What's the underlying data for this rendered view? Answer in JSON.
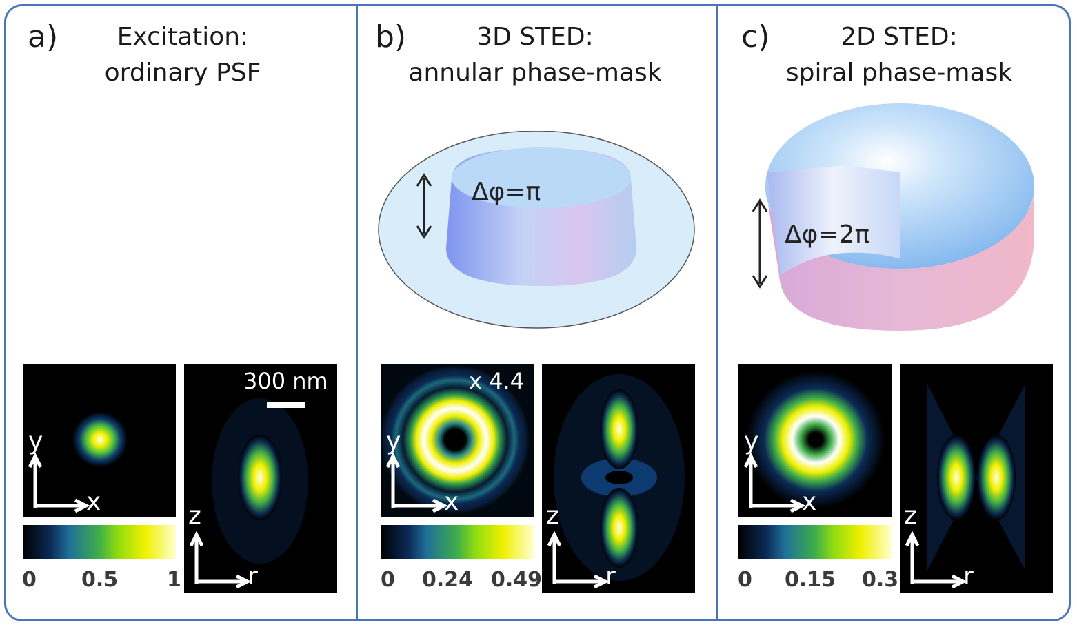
{
  "panels": [
    {
      "letter": "a)",
      "title_line1": "Excitation:",
      "title_line2": "ordinary PSF",
      "colorbar_ticks": [
        "0",
        "0.5",
        "1"
      ],
      "scale_label": "300 nm",
      "xy_axes": {
        "v": "y",
        "h": "x"
      },
      "zr_axes": {
        "v": "z",
        "h": "r"
      }
    },
    {
      "letter": "b)",
      "title_line1": "3D STED:",
      "title_line2": "annular phase-mask",
      "phase_label": "Δφ=π",
      "gain_label": "x 4.4",
      "colorbar_ticks": [
        "0",
        "0.24",
        "0.49"
      ],
      "xy_axes": {
        "v": "y",
        "h": "x"
      },
      "zr_axes": {
        "v": "z",
        "h": "r"
      }
    },
    {
      "letter": "c)",
      "title_line1": "2D STED:",
      "title_line2": "spiral phase-mask",
      "phase_label": "Δφ=2π",
      "colorbar_ticks": [
        "0",
        "0.15",
        "0.3"
      ],
      "xy_axes": {
        "v": "y",
        "h": "x"
      },
      "zr_axes": {
        "v": "z",
        "h": "r"
      }
    }
  ],
  "colors": {
    "frame": "#4a76b8",
    "colormap": [
      "#000000",
      "#0b2a55",
      "#1f6e9a",
      "#3fae4a",
      "#8fdc10",
      "#f0f000",
      "#ffffc8",
      "#ffffff"
    ]
  }
}
